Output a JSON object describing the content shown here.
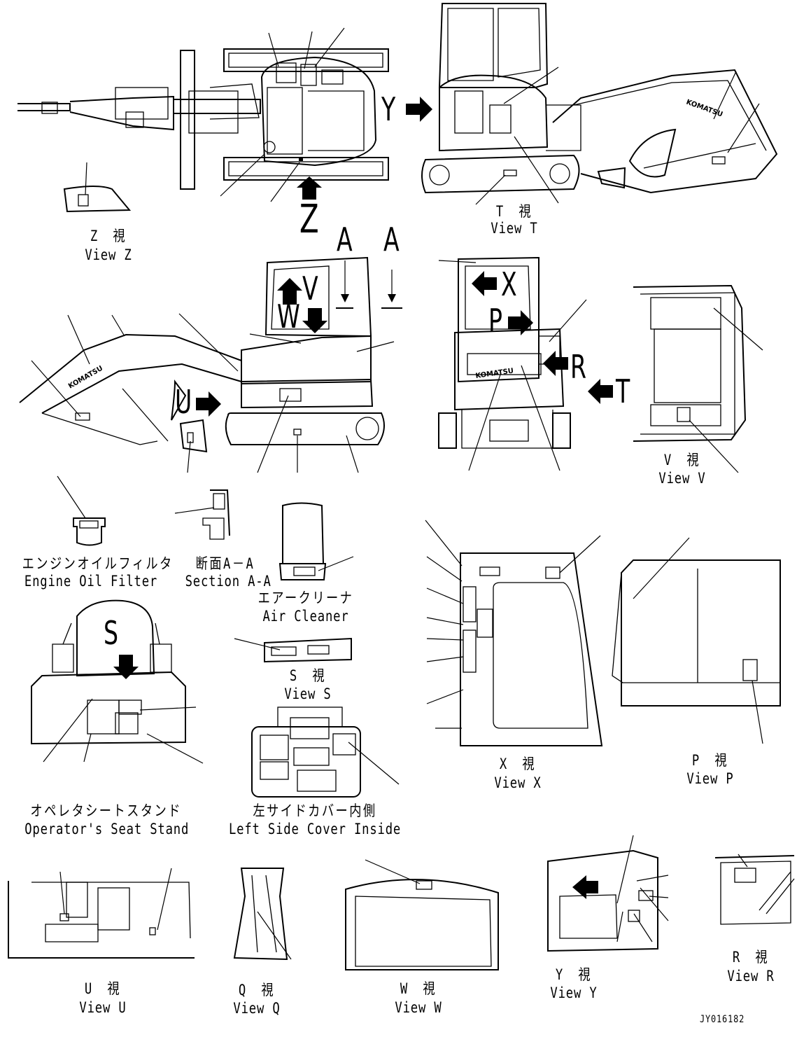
{
  "drawing_code": "JY016182",
  "callout_letters": {
    "y": "Y",
    "z": "Z",
    "a1": "A",
    "a2": "A",
    "v": "V",
    "w": "W",
    "u": "U",
    "x": "X",
    "p": "P",
    "r": "R",
    "t": "T",
    "s": "S"
  },
  "views": {
    "z": {
      "jp": "Z　視",
      "en": "View Z"
    },
    "t": {
      "jp": "T　視",
      "en": "View T"
    },
    "v": {
      "jp": "V　視",
      "en": "View V"
    },
    "s": {
      "jp": "S　視",
      "en": "View S"
    },
    "x": {
      "jp": "X　視",
      "en": "View X"
    },
    "p": {
      "jp": "P　視",
      "en": "View P"
    },
    "u": {
      "jp": "U　視",
      "en": "View U"
    },
    "q": {
      "jp": "Q　視",
      "en": "View Q"
    },
    "w": {
      "jp": "W　視",
      "en": "View W"
    },
    "y": {
      "jp": "Y　視",
      "en": "View Y"
    },
    "r": {
      "jp": "R　視",
      "en": "View R"
    }
  },
  "details": {
    "engine_oil_filter": {
      "jp": "エンジンオイルフィルタ",
      "en": "Engine Oil Filter"
    },
    "section_aa": {
      "jp": "断面A－A",
      "en": "Section A-A"
    },
    "air_cleaner": {
      "jp": "エアークリーナ",
      "en": "Air Cleaner"
    },
    "seat_stand": {
      "jp": "オペレタシートスタンド",
      "en": "Operator's Seat Stand"
    },
    "left_side_cover": {
      "jp": "左サイドカバー内側",
      "en": "Left Side Cover Inside"
    }
  },
  "brand_mark": "KOMATSU",
  "icons": [
    "arrow-right-icon",
    "arrow-up-icon",
    "arrow-down-icon",
    "arrow-left-icon"
  ]
}
